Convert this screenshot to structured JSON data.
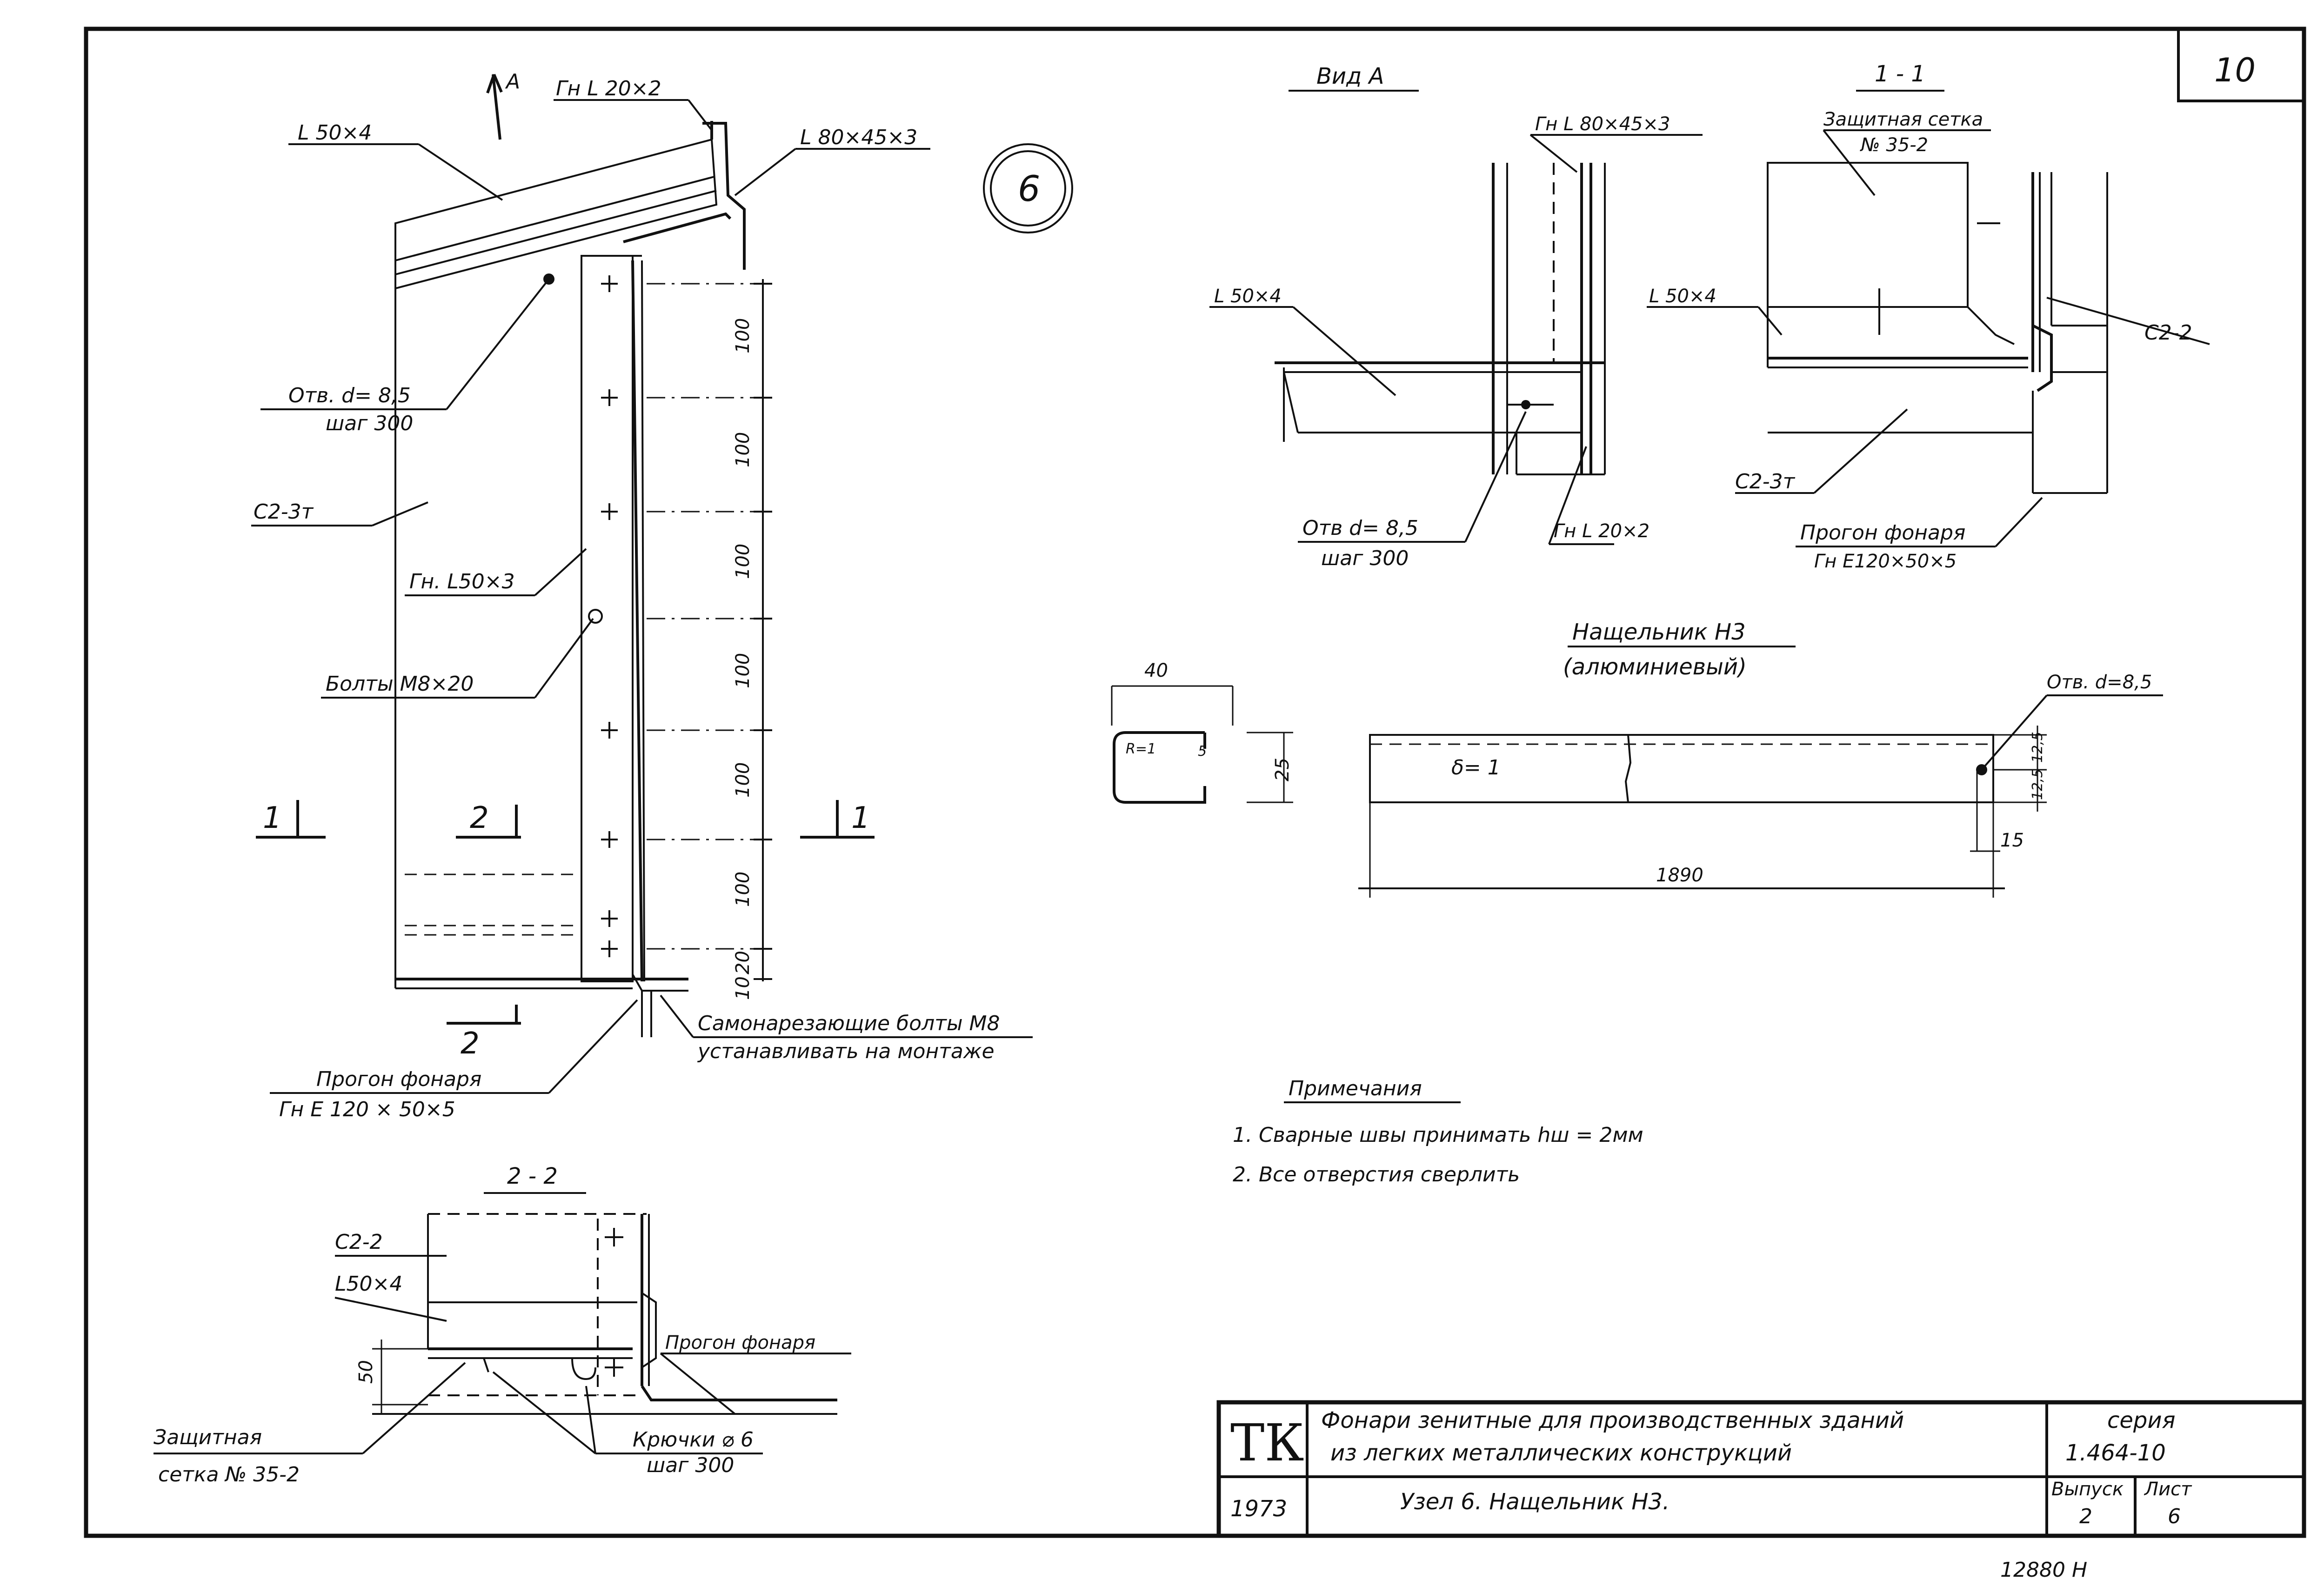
{
  "sheet_number": "10",
  "node_mark": "6",
  "main_view": {
    "view_arrow": "A",
    "labels": {
      "gn_l20x2": "Гн L 20×2",
      "l50x4": "L 50×4",
      "l80x45x3": "L 80×45×3",
      "hole": "Отв. d= 8,5",
      "hole_step": "шаг 300",
      "panel": "С2-3т",
      "gn_l50x3": "Гн. L50×3",
      "bolts": "Болты  М8×20",
      "purlin": "Прогон   фонаря",
      "purlin_profile": "Гн Е 120 × 50×5",
      "self_tapping": "Самонарезающие болты М8",
      "install": "устанавливать на монтаже"
    },
    "section_marks": {
      "s1": "1",
      "s2": "2"
    },
    "dims": [
      "100",
      "100",
      "100",
      "100",
      "100",
      "100",
      "20",
      "10"
    ]
  },
  "view_a": {
    "title": "Вид А",
    "labels": {
      "gn_l80": "Гн L 80×45×3",
      "l50x4": "L 50×4",
      "hole": "Отв d= 8,5",
      "hole_step": "шаг 300",
      "gn_l20x2": "Гн L 20×2"
    }
  },
  "section_1_1": {
    "title": "1 - 1",
    "labels": {
      "mesh": "Защитная сетка",
      "mesh_no": "№ 35-2",
      "l50x4": "L 50×4",
      "c22": "С2-2",
      "c23": "С2-3т",
      "purlin": "Прогон фонаря",
      "purlin_profile": "Гн Е120×50×5"
    }
  },
  "flashing": {
    "title": "Нащельник Н3",
    "subtitle": "(алюминиевый)",
    "hole": "Отв. d=8,5",
    "thickness": "δ= 1",
    "radius": "R=1",
    "dims": {
      "width": "40",
      "height": "25",
      "lip": "5",
      "d1": "12,5",
      "d2": "12,5",
      "edge": "15",
      "length": "1890"
    }
  },
  "notes": {
    "title": "Примечания",
    "items": [
      "1.  Сварные  швы   принимать  hш = 2мм",
      "2.  Все  отверстия  сверлить"
    ]
  },
  "section_2_2": {
    "title": "2 - 2",
    "labels": {
      "c22": "С2-2",
      "l50x4": "L50×4",
      "dim50": "50",
      "purlin": "Прогон фонаря",
      "hooks": "Крючки ⌀ 6",
      "hooks_step": "шаг 300",
      "mesh1": "Защитная",
      "mesh2": "сетка № 35-2"
    }
  },
  "title_block": {
    "logo": "ТК",
    "title1": "Фонари  зенитные для  производственных зданий",
    "title2": "из  легких металлических   конструкций",
    "series_label": "серия",
    "series_value": "1.464-10",
    "year": "1973",
    "node": "Узел 6.   Нащельник Н3.",
    "issue_label": "Выпуск",
    "issue_value": "2",
    "sheet_label": "Лист",
    "sheet_value": "6"
  },
  "inventory_number": "12880   Н"
}
